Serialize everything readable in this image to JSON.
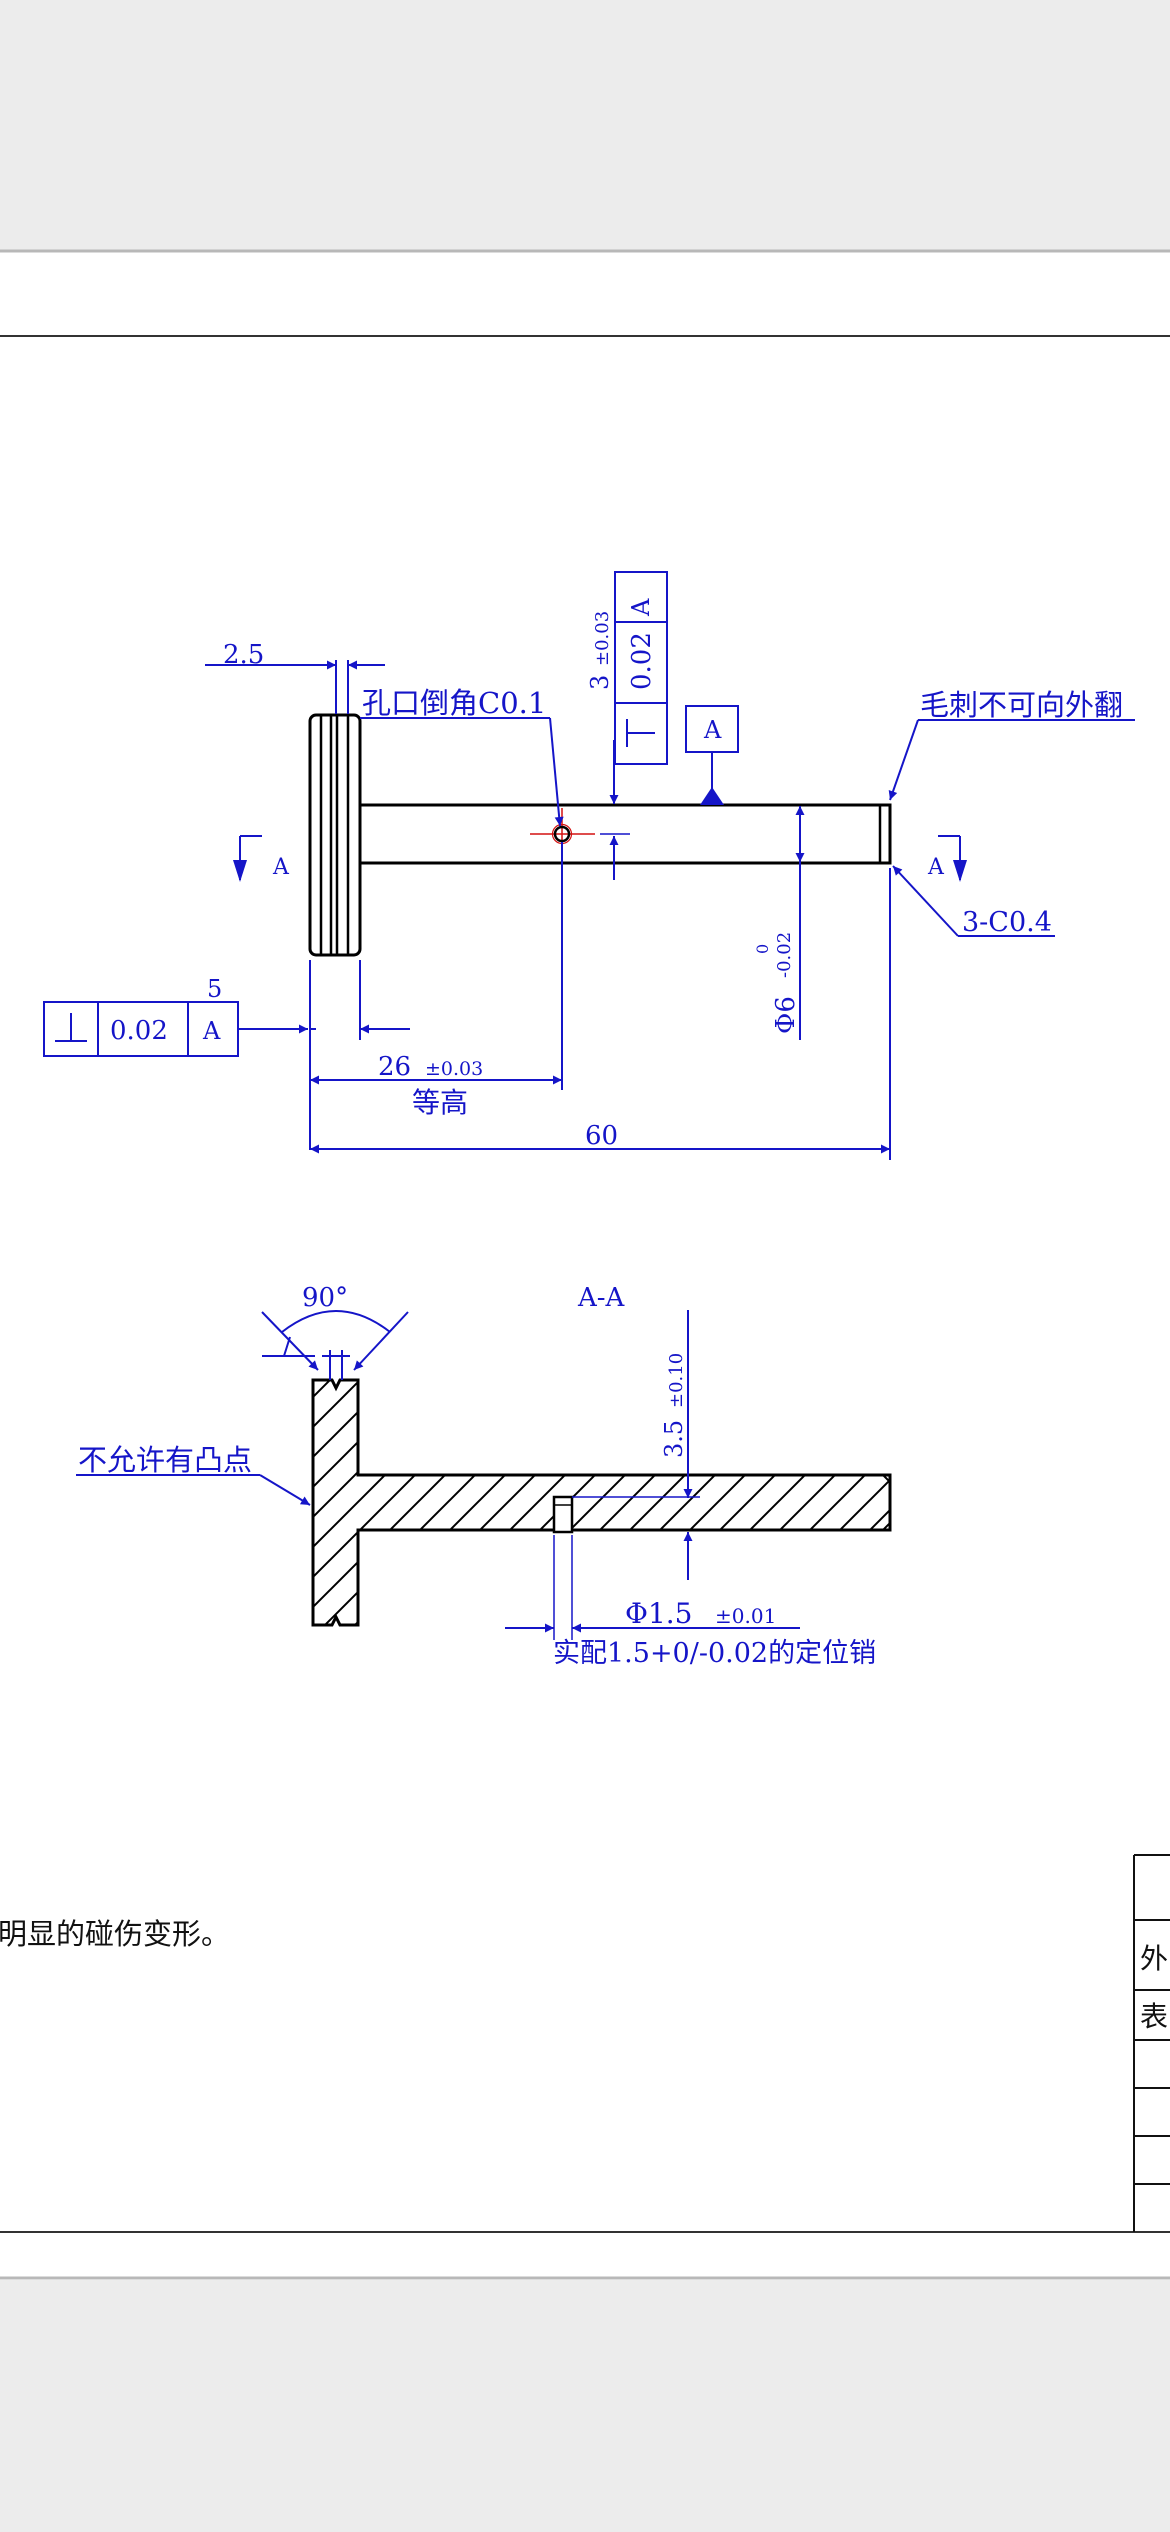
{
  "views": {
    "top": {
      "dim_flange_gap": "2.5",
      "dim_rim": "5",
      "note_hole_chamfer": "孔口倒角C0.1",
      "note_burr": "毛刺不可向外翻",
      "dim_height_val": "3",
      "dim_height_tol": "±0.03",
      "perp_height_symbol": "⊥",
      "perp_height_value": "0.02",
      "perp_height_datum": "A",
      "datum_label": "A",
      "dim_diameter": "Φ6",
      "dim_diameter_tol_upper": "0",
      "dim_diameter_tol_lower": "-0.02",
      "chamfer_note": "3-C0.4",
      "perp_face_symbol": "⊥",
      "perp_face_value": "0.02",
      "perp_face_datum": "A",
      "dim_26_val": "26",
      "dim_26_tol": "±0.03",
      "note_equal_height": "等高",
      "dim_overall": "60",
      "section_mark_left": "A",
      "section_mark_right": "A"
    },
    "section": {
      "title": "A-A",
      "angle": "90°",
      "note_no_bump": "不允许有凸点",
      "dim_35_val": "3.5",
      "dim_35_tol": "±0.10",
      "dim_hole_val": "Φ1.5",
      "dim_hole_tol": "±0.01",
      "note_pin_fit": "实配1.5+0/-0.02的定位销"
    }
  },
  "notes": {
    "partial_note": "明显的碰伤变形。"
  },
  "title_block": {
    "row1": "外",
    "row2": "表"
  },
  "colors": {
    "dimension": "#1515c8",
    "geometry": "#000000",
    "centerline": "#d41010",
    "paper": "#ffffff",
    "background": "#ececec"
  }
}
